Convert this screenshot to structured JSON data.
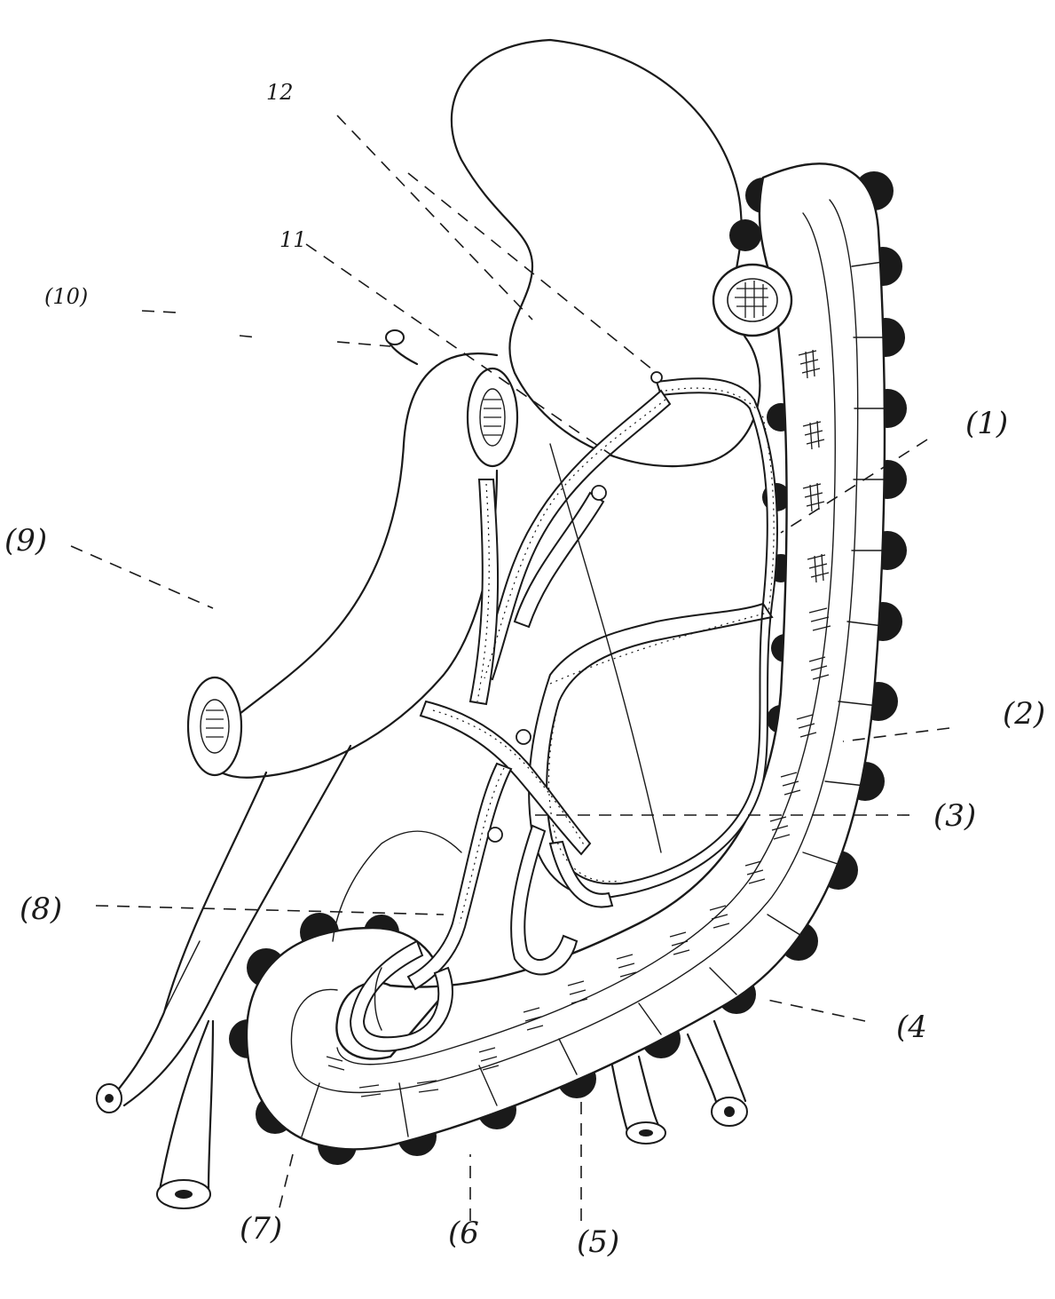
{
  "labels": {
    "l1": "(1)",
    "l2": "(2)",
    "l3": "(3)",
    "l4": "(4",
    "l5": "(5)",
    "l6": "(6",
    "l7": "(7)",
    "l8": "(8)",
    "l9": "(9)",
    "l10": "(10)",
    "l11": "11",
    "l12": "12"
  },
  "colors": {
    "ink": "#1a1a1a",
    "paper": "#ffffff"
  }
}
